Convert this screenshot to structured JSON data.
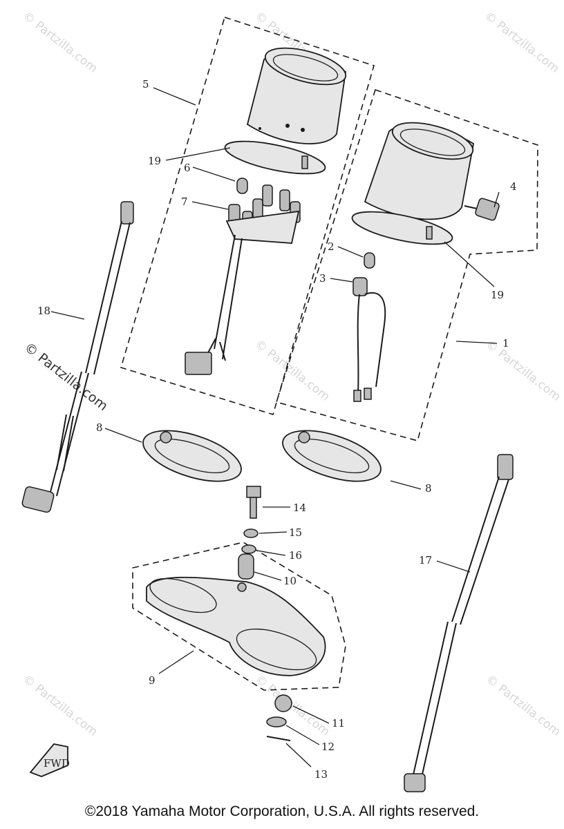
{
  "watermark": "© Partzilla.com",
  "copyright": "©2018 Yamaha Motor Corporation, U.S.A. All rights reserved.",
  "fwd_label": "FWD",
  "callouts": {
    "c1": "1",
    "c2": "2",
    "c3": "3",
    "c4": "4",
    "c5": "5",
    "c6": "6",
    "c7": "7",
    "c8a": "8",
    "c8b": "8",
    "c9": "9",
    "c10": "10",
    "c11": "11",
    "c12": "12",
    "c13": "13",
    "c14": "14",
    "c15": "15",
    "c16": "16",
    "c17": "17",
    "c18": "18",
    "c19a": "19",
    "c19b": "19"
  }
}
